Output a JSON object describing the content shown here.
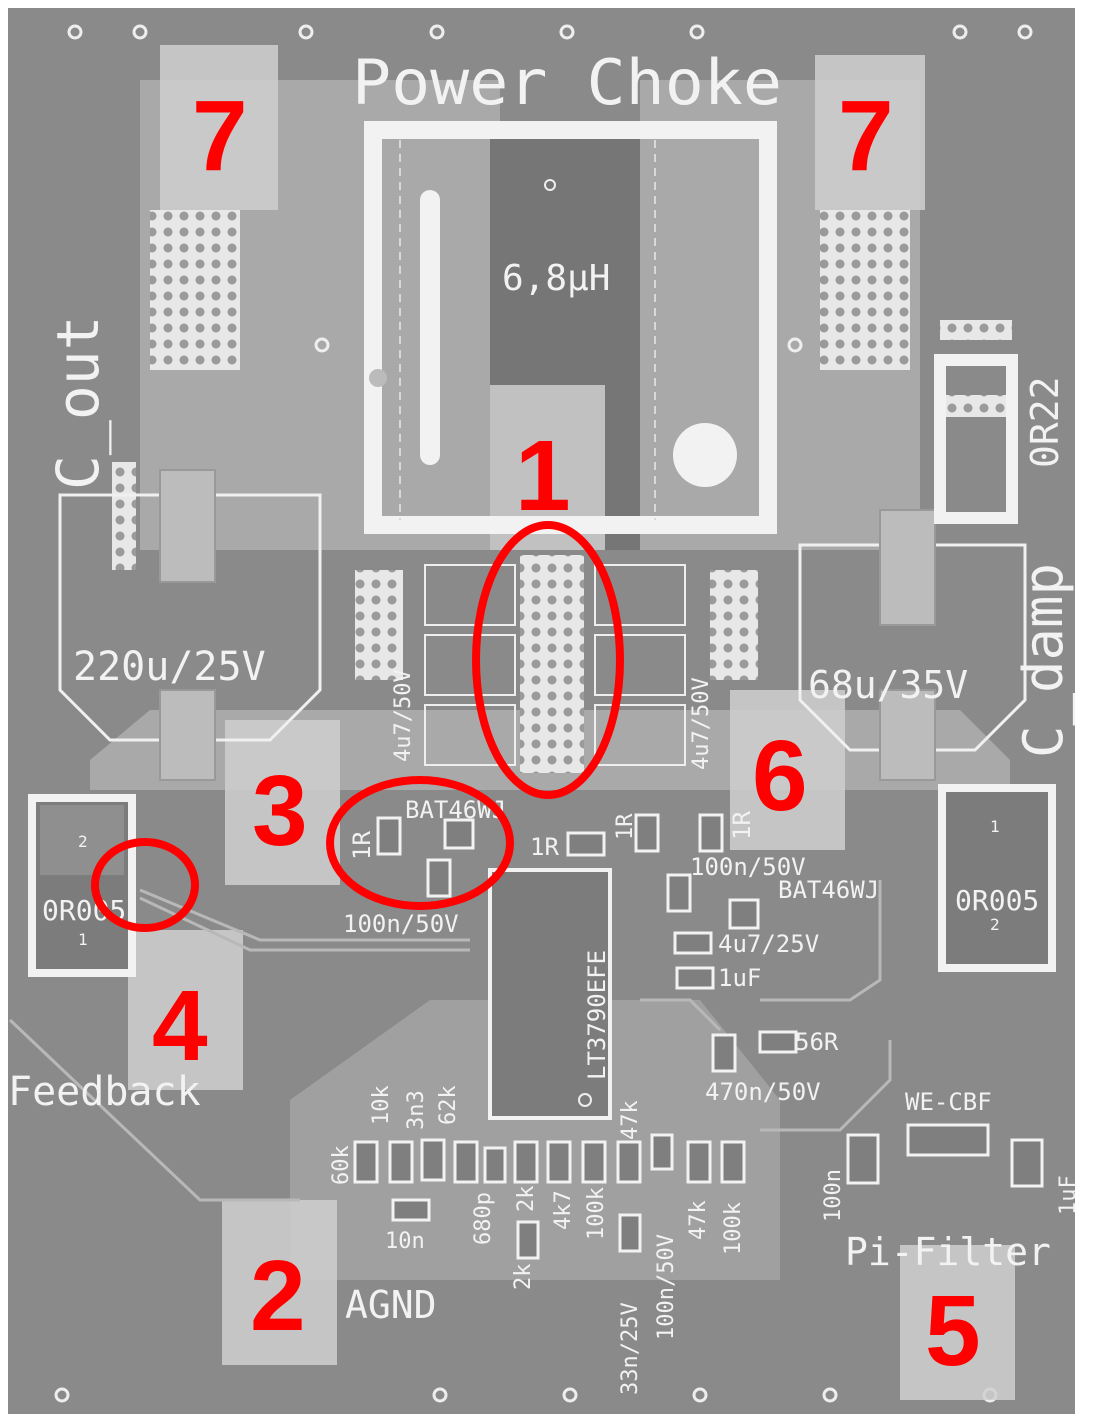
{
  "colors": {
    "board": "#8a8a8a",
    "copper": "#a9a9a9",
    "copper_dark": "#767676",
    "silkscreen": "#f2f2f2",
    "highlight": "#cfcfcf",
    "callout": "#ff0000"
  },
  "labels": {
    "power_choke": "Power Choke",
    "inductance": "6,8µH",
    "c_out": "C_out",
    "c_out_value": "220u/25V",
    "c_damp": "C_damp",
    "c_damp_value": "68u/35V",
    "r_sense_top": "0R22",
    "shunt_left": "0R005",
    "shunt_right": "0R005",
    "feedback": "Feedback",
    "agnd": "AGND",
    "pi_filter": "Pi-Filter",
    "we_cbf": "WE-CBF",
    "ic": "LT3790EFE",
    "pad_1": "1",
    "pad_2": "2"
  },
  "components": {
    "cap_4u7_50v_left": "4u7/50V",
    "cap_4u7_50v_right": "4u7/50V",
    "diode_left": "BAT46WJ",
    "diode_right": "BAT46WJ",
    "res_1r": "1R",
    "cap_100n_50v": "100n/50V",
    "cap_4u7_25v": "4u7/25V",
    "cap_1uf": "1uF",
    "res_56r": "56R",
    "cap_470n_50v": "470n/50V",
    "res_60k": "60k",
    "res_10k": "10k",
    "cap_3n3": "3n3",
    "res_62k": "62k",
    "cap_680p": "680p",
    "res_2k": "2k",
    "res_4k7": "4k7",
    "res_100k": "100k",
    "res_47k": "47k",
    "cap_10n": "10n",
    "cap_33n_25v": "33n/25V",
    "cap_100n": "100n",
    "cap_1uf_small": "1uF"
  },
  "callouts": [
    "1",
    "2",
    "3",
    "4",
    "5",
    "6",
    "7"
  ]
}
